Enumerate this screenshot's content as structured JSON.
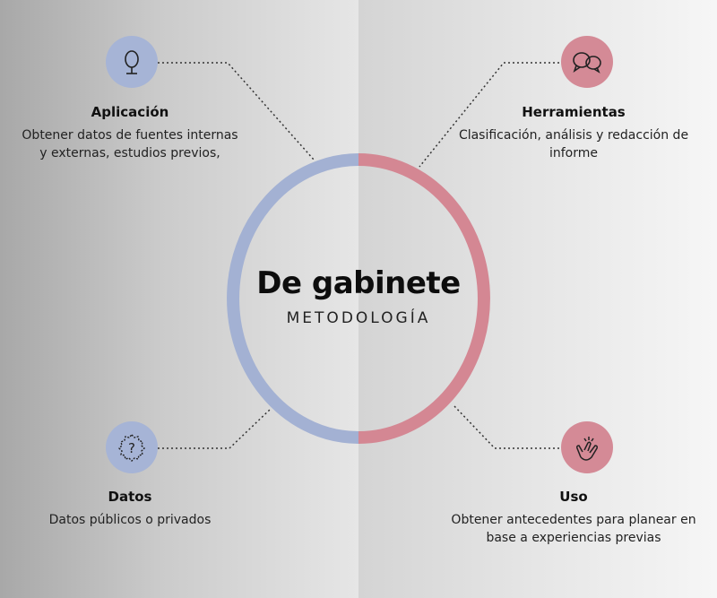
{
  "center": {
    "title": "De gabinete",
    "subtitle": "METODOLOGÍA"
  },
  "items": [
    {
      "title": "Aplicación",
      "text": "Obtener datos de fuentes internas y externas, estudios previos,",
      "icon": "microphone-icon"
    },
    {
      "title": "Herramientas",
      "text": "Clasificación, análisis y redacción de informe",
      "icon": "chat-bubbles-icon"
    },
    {
      "title": "Datos",
      "text": "Datos públicos o privados",
      "icon": "question-badge-icon"
    },
    {
      "title": "Uso",
      "text": "Obtener antecedentes para planear en base a experiencias previas",
      "icon": "clapping-hands-icon"
    }
  ],
  "colors": {
    "blue": "#a6b4d6",
    "pink": "#d48a96",
    "ring_blue": "#a3b1d3",
    "ring_pink": "#d48793"
  }
}
